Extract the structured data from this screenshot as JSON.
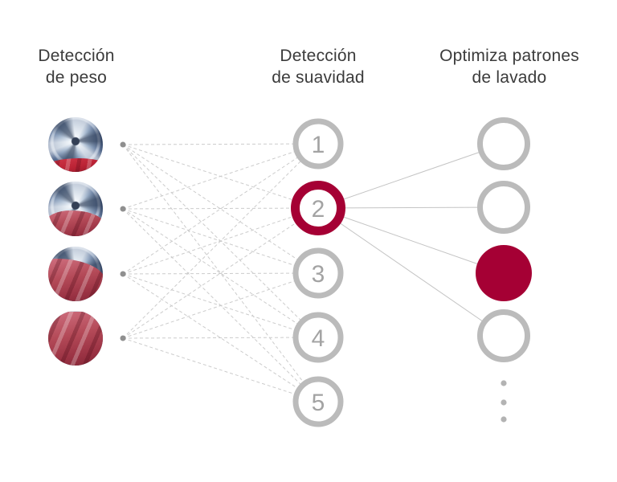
{
  "columns": [
    {
      "id": "weight-detection",
      "title_line1": "Detección",
      "title_line2": "de peso"
    },
    {
      "id": "softness-detection",
      "title_line1": "Detección",
      "title_line2": "de suavidad"
    },
    {
      "id": "wash-optimization",
      "title_line1": "Optimiza patrones",
      "title_line2": "de lavado"
    }
  ],
  "colors": {
    "accent_red": "#a50034",
    "ring_gray": "#bbbbbb",
    "number_gray": "#a3a3a3",
    "dashed_line_gray": "#cccccc",
    "solid_line_gray": "#c4c4c4",
    "heading_text": "#3b3b3b",
    "connector_dot_gray": "#8f8f8f",
    "ellipsis_dot_gray": "#b3b3b3",
    "node_fill": "#ffffff"
  },
  "input_nodes": [
    {
      "name": "drum-load-small",
      "description": "washer drum with small red fabric load",
      "fabric_percent": 27
    },
    {
      "name": "drum-load-medium",
      "description": "washer drum half filled with red fabric",
      "fabric_percent": 48
    },
    {
      "name": "drum-load-large",
      "description": "washer drum mostly filled with red fabric",
      "fabric_percent": 80
    },
    {
      "name": "drum-load-full",
      "description": "washer drum completely filled with red fabric",
      "fabric_percent": 100
    }
  ],
  "hidden_nodes": [
    {
      "label": "1",
      "active": false
    },
    {
      "label": "2",
      "active": true
    },
    {
      "label": "3",
      "active": false
    },
    {
      "label": "4",
      "active": false
    },
    {
      "label": "5",
      "active": false
    }
  ],
  "output_nodes": [
    {
      "active": false
    },
    {
      "active": false
    },
    {
      "active": true
    },
    {
      "active": false
    }
  ],
  "output_ellipsis_count": 3,
  "edges": {
    "input_to_hidden": {
      "style": "dashed",
      "pattern": "all-to-all"
    },
    "hidden_to_output": {
      "style": "solid",
      "pattern": "active-hidden-node-to-all-outputs"
    }
  }
}
